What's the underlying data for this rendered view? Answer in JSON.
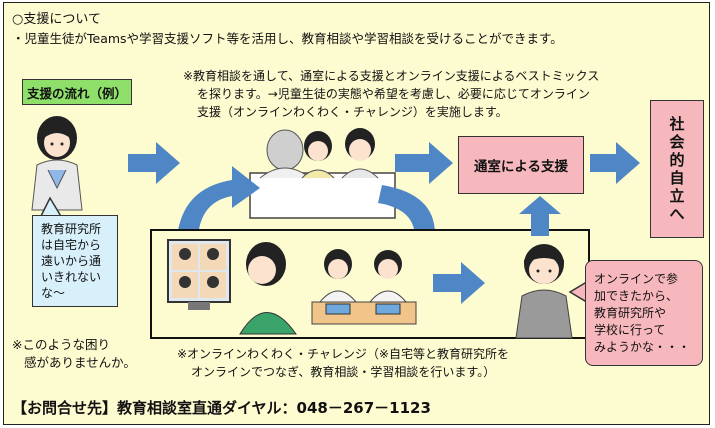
{
  "support": {
    "heading": "○支援について",
    "intro": "・児童生徒がTeamsや学習支援ソフト等を活用し、教育相談や学習相談を受けることができます。"
  },
  "flow_label": "支援の流れ（例）",
  "note_mix": [
    "※教育相談を通して、通室による支援とオンライン支援によるベストミックス",
    "を探ります。→児童生徒の実態や希望を考慮し、必要に応じてオンライン",
    "支援（オンラインわくわく・チャレンジ）を実施します。"
  ],
  "speech_left": [
    "教育研究所",
    "は自宅から",
    "遠いから通",
    "いきれない",
    "な～"
  ],
  "worry_note": [
    "※このような困り",
    "感がありませんか。"
  ],
  "tsushitsu_box": "通室による支援",
  "goal_box": [
    "社",
    "会",
    "的",
    "自",
    "立",
    "へ"
  ],
  "speech_right": [
    "オンラインで参",
    "加できたから、",
    "教育研究所や",
    "学校に行って",
    "みようかな・・・"
  ],
  "online_note": [
    "※オンラインわくわく・チャレンジ（※自宅等と教育研究所を",
    "オンラインでつなぎ、教育相談・学習相談を行います。）"
  ],
  "contact": "【お問合せ先】教育相談室直通ダイヤル：048－267－1123",
  "colors": {
    "background": "#fdfbd0",
    "label_green": "#8ee06a",
    "speech_blue": "#d7f0fa",
    "box_pink": "#f7b8bd",
    "arrow_blue": "#4f86c6"
  }
}
